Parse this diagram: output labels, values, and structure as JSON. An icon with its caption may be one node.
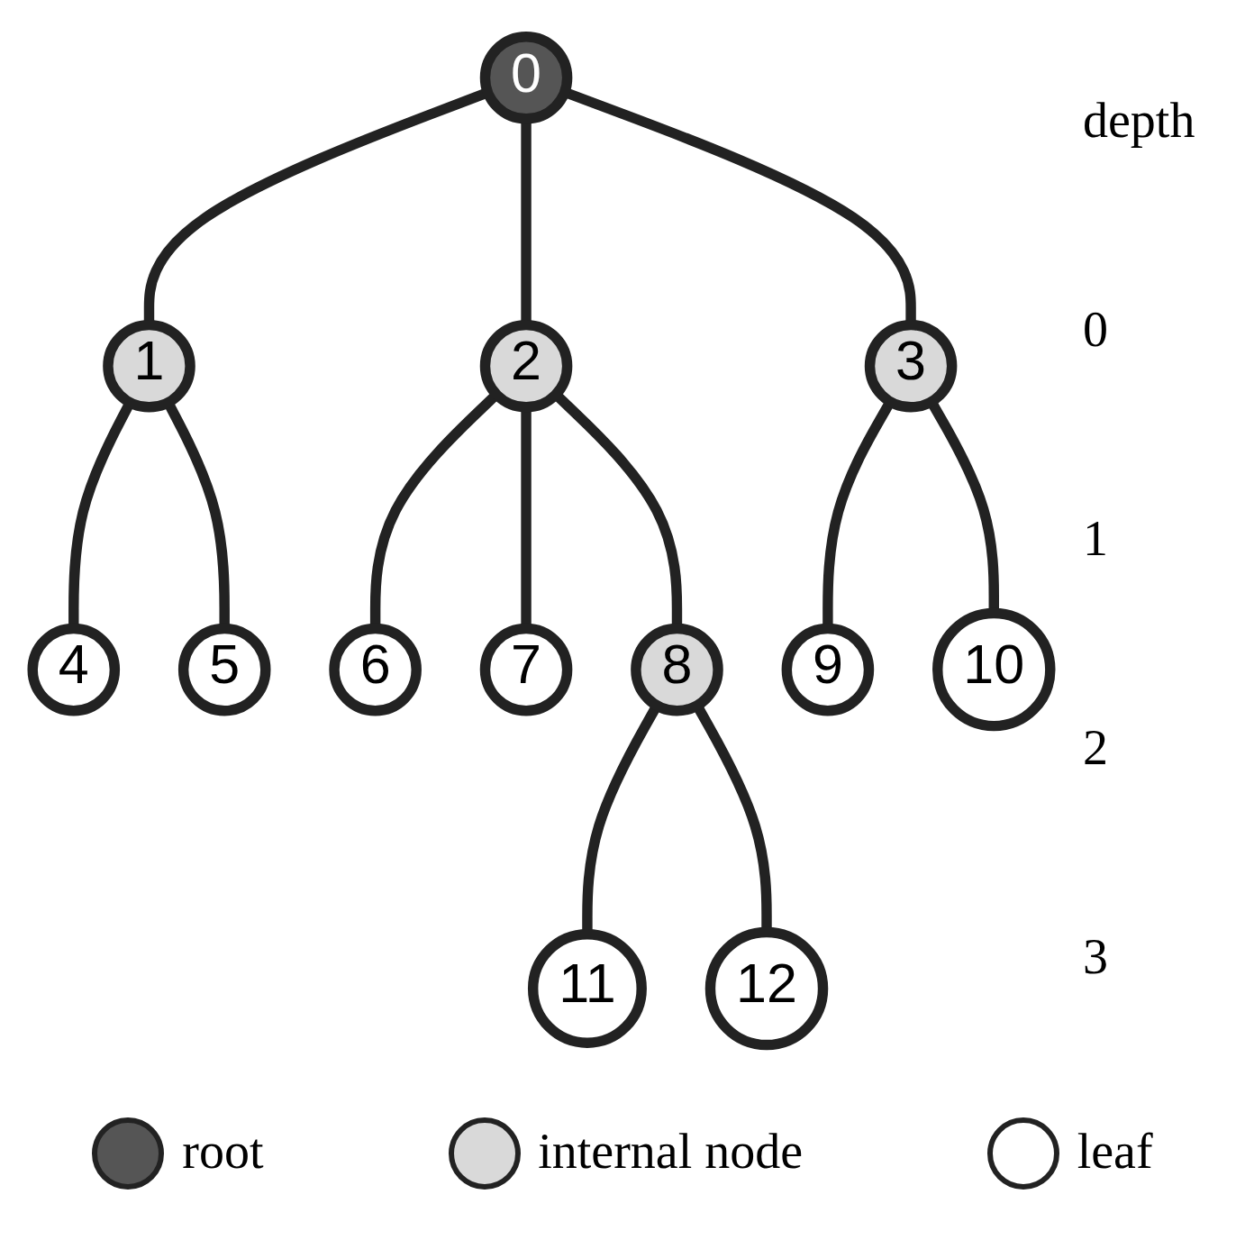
{
  "diagram": {
    "nodes": [
      {
        "text": [
          "0"
        ]
      },
      {
        "text": [
          "1"
        ]
      },
      {
        "text": [
          "2"
        ]
      },
      {
        "text": [
          "3"
        ]
      },
      {
        "text": [
          "4"
        ]
      },
      {
        "text": [
          "5"
        ]
      },
      {
        "text": [
          "6"
        ]
      },
      {
        "text": [
          "7"
        ]
      },
      {
        "text": [
          "8"
        ]
      },
      {
        "text": [
          "9"
        ]
      },
      {
        "text": [
          "10"
        ]
      },
      {
        "text": [
          "11"
        ]
      },
      {
        "text": [
          "12"
        ]
      }
    ],
    "edges": [
      {
        "from": 0,
        "to": 1,
        "arrow": "none"
      },
      {
        "from": 0,
        "to": 2,
        "arrow": "none"
      },
      {
        "from": 0,
        "to": 3,
        "arrow": "none"
      },
      {
        "from": 1,
        "to": 4,
        "arrow": "none"
      },
      {
        "from": 1,
        "to": 5,
        "arrow": "none"
      },
      {
        "from": 2,
        "to": 6,
        "arrow": "none"
      },
      {
        "from": 2,
        "to": 7,
        "arrow": "none"
      },
      {
        "from": 2,
        "to": 8,
        "arrow": "none"
      },
      {
        "from": 3,
        "to": 9,
        "arrow": "none"
      },
      {
        "from": 3,
        "to": 10,
        "arrow": "none"
      },
      {
        "from": 8,
        "to": 11,
        "arrow": "none"
      },
      {
        "from": 8,
        "to": 12,
        "arrow": "none"
      }
    ],
    "labels": [
      "depth",
      "0",
      "1",
      "2",
      "3"
    ],
    "legend": [
      {
        "text": "root",
        "color": "#555555"
      },
      {
        "text": "internal node",
        "color": "#d9d9d9"
      },
      {
        "text": "leaf",
        "color": "#ffffff"
      }
    ]
  }
}
